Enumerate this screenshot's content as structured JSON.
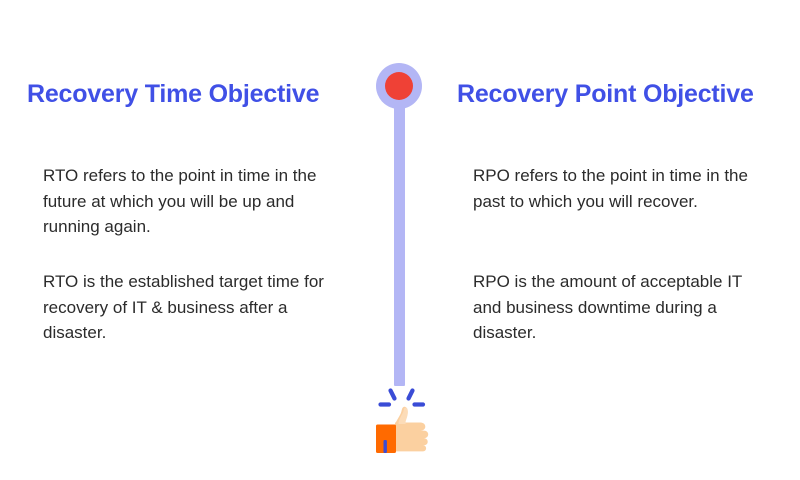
{
  "page": {
    "background_color": "#ffffff",
    "heading_color": "#4050e6",
    "body_text_color": "#2b2b2b",
    "timeline_color": "#b3b6f5",
    "node_color": "#ef4136",
    "accent_orange": "#ff6a00",
    "accent_blue": "#3a4cd6",
    "skin_color": "#fbd0a0"
  },
  "left_column": {
    "heading": "Recovery Time Objective",
    "paragraphs": [
      "RTO refers to the point in time in the future at which you will be up and running again.",
      "RTO is the established target time for recovery of IT & business after a disaster."
    ]
  },
  "right_column": {
    "heading": "Recovery Point Objective",
    "paragraphs": [
      "RPO refers to the point in time in the past to which you will recover.",
      "RPO is the amount of acceptable IT and business downtime during a disaster."
    ]
  },
  "timeline": {
    "node_label": "timeline-marker",
    "line_label": "timeline-divider"
  },
  "illustration": {
    "name": "thumbs-up-icon",
    "description": "thumbs up hand with orange sleeve"
  }
}
